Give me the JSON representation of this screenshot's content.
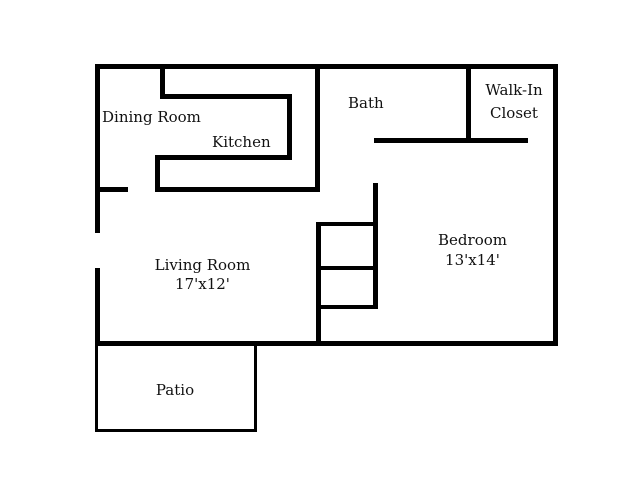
{
  "plan": {
    "wall_color": "#000000",
    "background": "#ffffff",
    "rooms": {
      "dining_room": {
        "name": "Dining Room"
      },
      "kitchen": {
        "name": "Kitchen"
      },
      "bath": {
        "name": "Bath"
      },
      "walk_in_closet": {
        "name_line1": "Walk-In",
        "name_line2": "Closet"
      },
      "living_room": {
        "name": "Living Room",
        "dimensions": "17'x12'"
      },
      "bedroom": {
        "name": "Bedroom",
        "dimensions": "13'x14'"
      },
      "patio": {
        "name": "Patio"
      }
    }
  }
}
